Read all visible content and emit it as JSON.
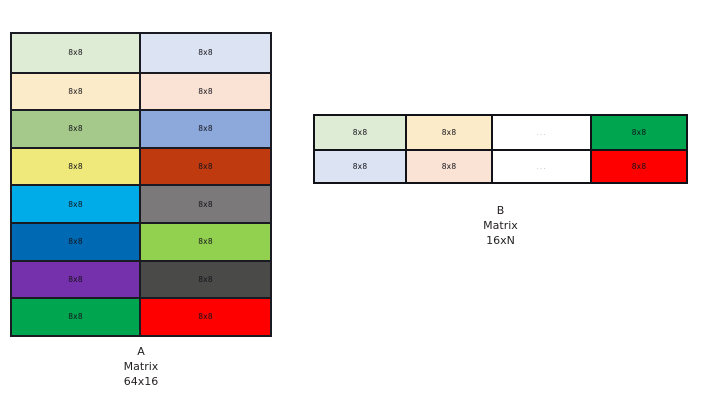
{
  "diagram": {
    "background_color": "#ffffff",
    "border_color": "#1a1a22",
    "cell_label": "8x8",
    "ellipsis_label": "...",
    "matrix_a": {
      "name": "A",
      "caption_line1": "A",
      "caption_line2": "Matrix",
      "caption_line3": "64x16",
      "rows": 8,
      "cols": 2,
      "cells": [
        [
          {
            "label": "8x8",
            "color": "#dfecd5"
          },
          {
            "label": "8x8",
            "color": "#dce3f2"
          }
        ],
        [
          {
            "label": "8x8",
            "color": "#fcebc8"
          },
          {
            "label": "8x8",
            "color": "#fae2d5"
          }
        ],
        [
          {
            "label": "8x8",
            "color": "#a5c98a"
          },
          {
            "label": "8x8",
            "color": "#8da9dc"
          }
        ],
        [
          {
            "label": "8x8",
            "color": "#eee97a"
          },
          {
            "label": "8x8",
            "color": "#c03a10"
          }
        ],
        [
          {
            "label": "8x8",
            "color": "#00ace8"
          },
          {
            "label": "8x8",
            "color": "#7b7979"
          }
        ],
        [
          {
            "label": "8x8",
            "color": "#0069b4"
          },
          {
            "label": "8x8",
            "color": "#92d050"
          }
        ],
        [
          {
            "label": "8x8",
            "color": "#7530ab"
          },
          {
            "label": "8x8",
            "color": "#4a4a48"
          }
        ],
        [
          {
            "label": "8x8",
            "color": "#00a550"
          },
          {
            "label": "8x8",
            "color": "#ff0000"
          }
        ]
      ]
    },
    "matrix_b": {
      "name": "B",
      "caption_line1": "B",
      "caption_line2": "Matrix",
      "caption_line3": "16xN",
      "rows": 2,
      "cols": 4,
      "cells": [
        [
          {
            "label": "8x8",
            "color": "#dfecd5"
          },
          {
            "label": "8x8",
            "color": "#fcebc8"
          },
          {
            "label": "...",
            "color": "#ffffff"
          },
          {
            "label": "8x8",
            "color": "#00a550"
          }
        ],
        [
          {
            "label": "8x8",
            "color": "#dce3f2"
          },
          {
            "label": "8x8",
            "color": "#fae2d5"
          },
          {
            "label": "...",
            "color": "#ffffff"
          },
          {
            "label": "8x8",
            "color": "#ff0000"
          }
        ]
      ]
    }
  }
}
